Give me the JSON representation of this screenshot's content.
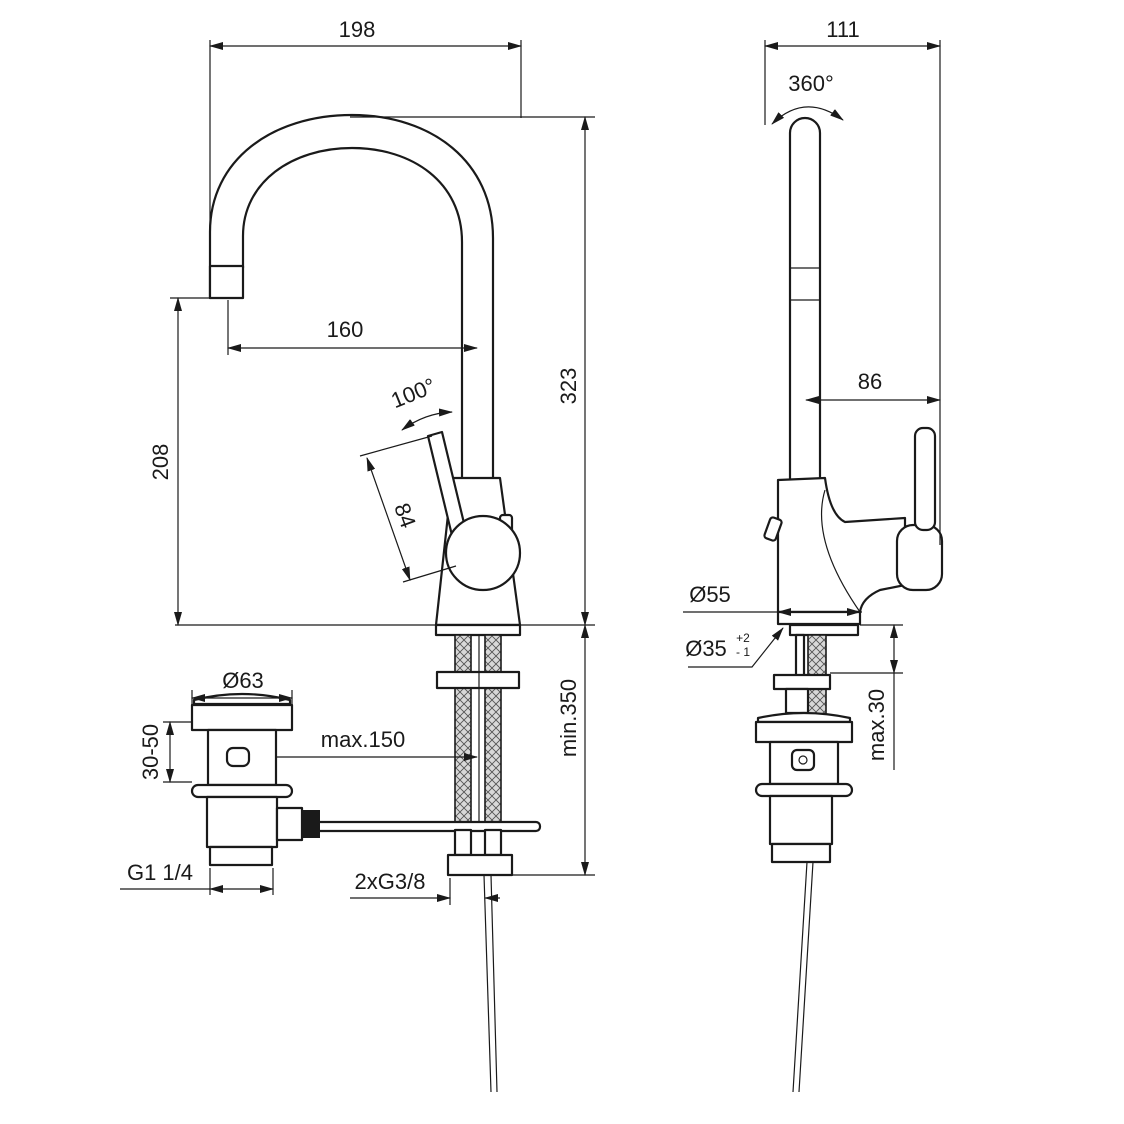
{
  "front_view": {
    "width_label": "198",
    "reach_label": "160",
    "height_label": "323",
    "spout_height_label": "208",
    "lever_angle_label": "100°",
    "lever_length_label": "84",
    "below_deck_label": "min.350",
    "pull_rod_label": "max.150",
    "connection_label": "2xG3/8"
  },
  "waste": {
    "diameter_label": "Ø63",
    "height_range_label": "30-50",
    "thread_label": "G1 1/4"
  },
  "side_view": {
    "depth_label": "111",
    "rotation_label": "360°",
    "lever_offset_label": "86",
    "base_diameter_label": "Ø55",
    "hole_diameter_label": "Ø35",
    "hole_tol_plus": "+2",
    "hole_tol_minus": "- 1",
    "deck_thickness_label": "max.30"
  }
}
